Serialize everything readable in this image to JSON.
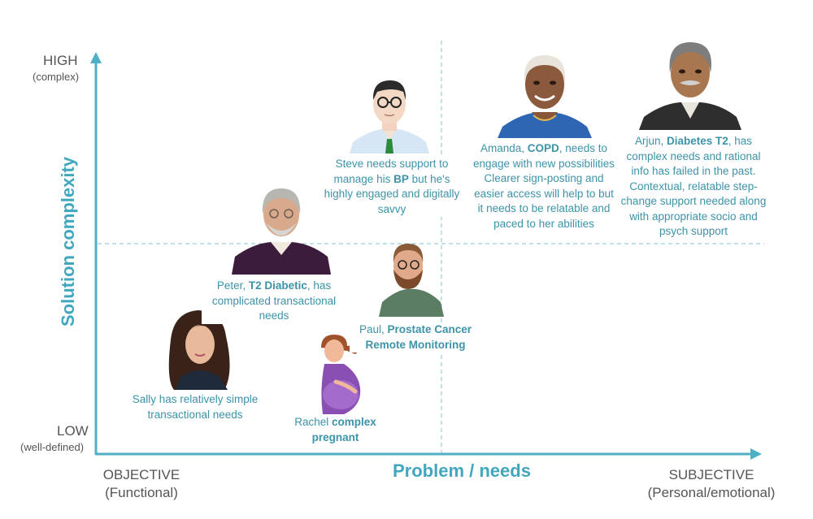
{
  "axes": {
    "y_high": "HIGH",
    "y_high_sub": "(complex)",
    "y_low": "LOW",
    "y_low_sub": "(well-defined)",
    "y_title": "Solution complexity",
    "x_title": "Problem / needs",
    "x_left": "OBJECTIVE",
    "x_left_sub": "(Functional)",
    "x_right": "SUBJECTIVE",
    "x_right_sub": "(Personal/emotional)"
  },
  "colors": {
    "accent": "#41a7bf",
    "axis": "#4db0c6",
    "text": "#3d93a8",
    "axis_words": "#555555"
  },
  "personas": [
    {
      "id": "steve",
      "text": "Steve needs support to manage his BP but he's highly engaged and digitally savvy",
      "segments": [
        {
          "t": "Steve needs support to manage his ",
          "b": false
        },
        {
          "t": "BP",
          "b": true
        },
        {
          "t": " but he's highly engaged and digitally savvy",
          "b": false
        }
      ]
    },
    {
      "id": "amanda",
      "text": "Amanda, COPD, needs to engage with new possibilities Clearer sign-posting and easier access will help to but it needs to be relatable and paced to her abilities",
      "segments": [
        {
          "t": "Amanda, ",
          "b": false
        },
        {
          "t": "COPD",
          "b": true
        },
        {
          "t": ", needs to engage with new possibilities Clearer sign-posting and easier access will help to but it needs to be relatable and paced to her abilities",
          "b": false
        }
      ]
    },
    {
      "id": "arjun",
      "text": "Arjun, Diabetes T2, has complex needs and rational info has failed in the past. Contextual, relatable step-change support needed along with appropriate socio and psych support",
      "segments": [
        {
          "t": "Arjun, ",
          "b": false
        },
        {
          "t": "Diabetes T2",
          "b": true
        },
        {
          "t": ", has complex needs and rational info has failed in the past. Contextual, relatable step-change support needed along with appropriate socio and psych support",
          "b": false
        }
      ]
    },
    {
      "id": "peter",
      "text": "Peter, T2 Diabetic, has complicated transactional needs",
      "segments": [
        {
          "t": "Peter, ",
          "b": false
        },
        {
          "t": "T2 Diabetic",
          "b": true
        },
        {
          "t": ", has complicated transactional needs",
          "b": false
        }
      ]
    },
    {
      "id": "paul",
      "text": "Paul, Prostate Cancer Remote Monitoring",
      "segments": [
        {
          "t": "Paul, ",
          "b": false
        },
        {
          "t": "Prostate Cancer Remote Monitoring",
          "b": true
        }
      ]
    },
    {
      "id": "sally",
      "text": "Sally has relatively simple transactional needs",
      "segments": [
        {
          "t": "Sally has relatively simple transactional needs",
          "b": false
        }
      ]
    },
    {
      "id": "rachel",
      "text": "Rachel complex pregnant",
      "segments": [
        {
          "t": "Rachel ",
          "b": false
        },
        {
          "t": "complex pregnant",
          "b": true
        }
      ]
    }
  ],
  "icons": [
    "steve-portrait-icon",
    "amanda-portrait-icon",
    "arjun-portrait-icon",
    "peter-portrait-icon",
    "paul-portrait-icon",
    "sally-portrait-icon",
    "rachel-pregnant-icon"
  ]
}
